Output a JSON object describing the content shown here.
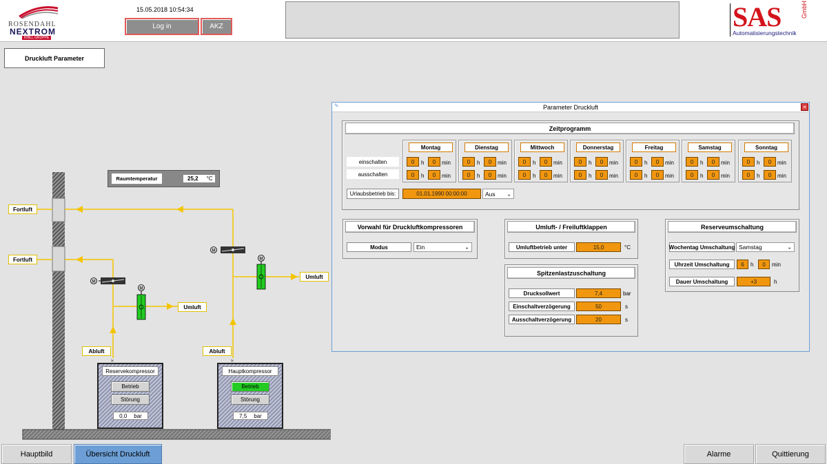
{
  "header": {
    "datetime": "15.05.2018 10:54:34",
    "login_label": "Log in",
    "akz_label": "AKZ",
    "logo_line1": "ROSENDAHL",
    "logo_line2": "NEXTROM",
    "logo_line3": "KNILL GRUPPE",
    "sas_logo": "SAS",
    "sas_gmbh": "GmbH",
    "sas_sub": "Automatisierungstechnik"
  },
  "page_button": "Druckluft Parameter",
  "diagram": {
    "raumtemp_label": "Raumtemperatur",
    "raumtemp_value": "25,2",
    "raumtemp_unit": "°C",
    "fortluft": "Fortluft",
    "umluft": "Umluft",
    "abluft": "Abluft",
    "motor": "M",
    "reserve": {
      "title": "Reservekompressor",
      "betrieb": "Betrieb",
      "stoerung": "Störung",
      "value": "0,0",
      "unit": "bar"
    },
    "haupt": {
      "title": "Hauptkompressor",
      "betrieb": "Betrieb",
      "stoerung": "Störung",
      "value": "7,5",
      "unit": "bar"
    }
  },
  "dialog": {
    "title": "Parameter Druckluft",
    "close": "✕",
    "zeitprogramm": "Zeitprogramm",
    "row_on": "einschalten",
    "row_off": "ausschalten",
    "unit_h": "h",
    "unit_min": "min",
    "days": [
      {
        "name": "Montag",
        "on_h": "0",
        "on_m": "0",
        "off_h": "0",
        "off_m": "0"
      },
      {
        "name": "Dienstag",
        "on_h": "0",
        "on_m": "0",
        "off_h": "0",
        "off_m": "0"
      },
      {
        "name": "Mittwoch",
        "on_h": "0",
        "on_m": "0",
        "off_h": "0",
        "off_m": "0"
      },
      {
        "name": "Donnerstag",
        "on_h": "0",
        "on_m": "0",
        "off_h": "0",
        "off_m": "0"
      },
      {
        "name": "Freitag",
        "on_h": "0",
        "on_m": "0",
        "off_h": "0",
        "off_m": "0"
      },
      {
        "name": "Samstag",
        "on_h": "0",
        "on_m": "0",
        "off_h": "0",
        "off_m": "0"
      },
      {
        "name": "Sonntag",
        "on_h": "0",
        "on_m": "0",
        "off_h": "0",
        "off_m": "0"
      }
    ],
    "urlaub_label": "Urlaubsbetrieb bis:",
    "urlaub_value": "01.01.1990 00:00:00",
    "urlaub_mode": "Aus",
    "vorwahl_title": "Vorwahl für Druckluftkompressoren",
    "modus_label": "Modus",
    "modus_value": "Ein",
    "umluft_title": "Umluft- / Freiluftklappen",
    "umluft_label": "Umluftbetrieb unter",
    "umluft_value": "15,0",
    "umluft_unit": "°C",
    "spitzen_title": "Spitzenlastzuschaltung",
    "drucksoll_label": "Drucksollwert",
    "drucksoll_value": "7,4",
    "drucksoll_unit": "bar",
    "einv_label": "Einschaltverzögerung",
    "einv_value": "50",
    "einv_unit": "s",
    "ausv_label": "Ausschaltverzögerung",
    "ausv_value": "20",
    "ausv_unit": "s",
    "reserve_title": "Reserveumschaltung",
    "wochentag_label": "Wochentag Umschaltung",
    "wochentag_value": "Samstag",
    "uhrzeit_label": "Uhrzeit Umschaltung",
    "uhrzeit_h": "6",
    "uhrzeit_m": "0",
    "dauer_label": "Dauer Umschaltung",
    "dauer_value": "+3",
    "dauer_unit": "h"
  },
  "footer": {
    "hauptbild": "Hauptbild",
    "uebersicht": "Übersicht Druckluft",
    "alarme": "Alarme",
    "quittierung": "Quittierung"
  },
  "colors": {
    "orange": "#f0960f",
    "flow": "#f5c400",
    "green": "#22cc22",
    "accent": "#6d9fd6"
  }
}
